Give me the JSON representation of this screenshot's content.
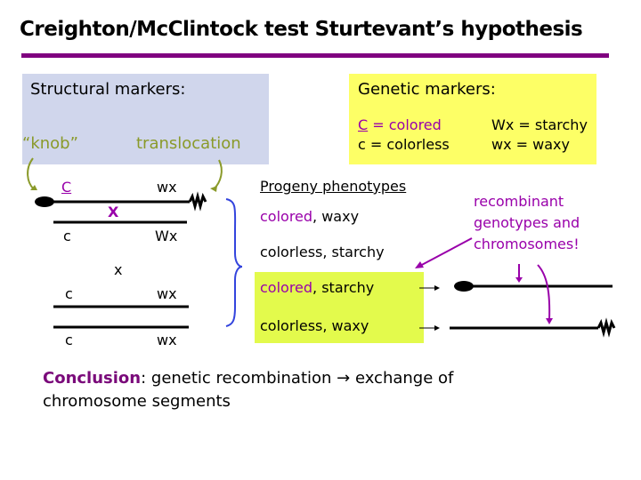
{
  "slide": {
    "title": "Creighton/McClintock test Sturtevant’s hypothesis",
    "accent_color": "#800080"
  },
  "structural_markers": {
    "heading": "Structural markers:",
    "knob_label": "“knob”",
    "translocation_label": "translocation"
  },
  "genetic_markers": {
    "heading": "Genetic markers:",
    "C_symbol": "C",
    "C_def": " = colored",
    "c_def": "c = colorless",
    "Wx_def": "Wx = starchy",
    "wx_def": "wx = waxy"
  },
  "cross": {
    "parent1_top": {
      "left": "C",
      "right": "wx"
    },
    "crossover_mark": "X",
    "parent1_bottom": {
      "left": "c",
      "right": "Wx"
    },
    "cross_symbol": "x",
    "parent2_top": {
      "left": "c",
      "right": "wx"
    },
    "parent2_bottom": {
      "left": "c",
      "right": "wx"
    }
  },
  "progeny": {
    "heading": "Progeny phenotypes",
    "rows": [
      {
        "color": "colored",
        "rest": ", waxy"
      },
      {
        "color": "colorless",
        "rest": ", starchy"
      },
      {
        "color": "colored",
        "rest": ", starchy"
      },
      {
        "color": "colorless",
        "rest": ", waxy"
      }
    ]
  },
  "callout": {
    "line1": "recombinant",
    "line2": "genotypes and",
    "line3": "chromosomes!"
  },
  "conclusion": {
    "label": "Conclusion",
    "text_line1": ": genetic recombination → exchange of",
    "text_line2": "chromosome segments"
  }
}
